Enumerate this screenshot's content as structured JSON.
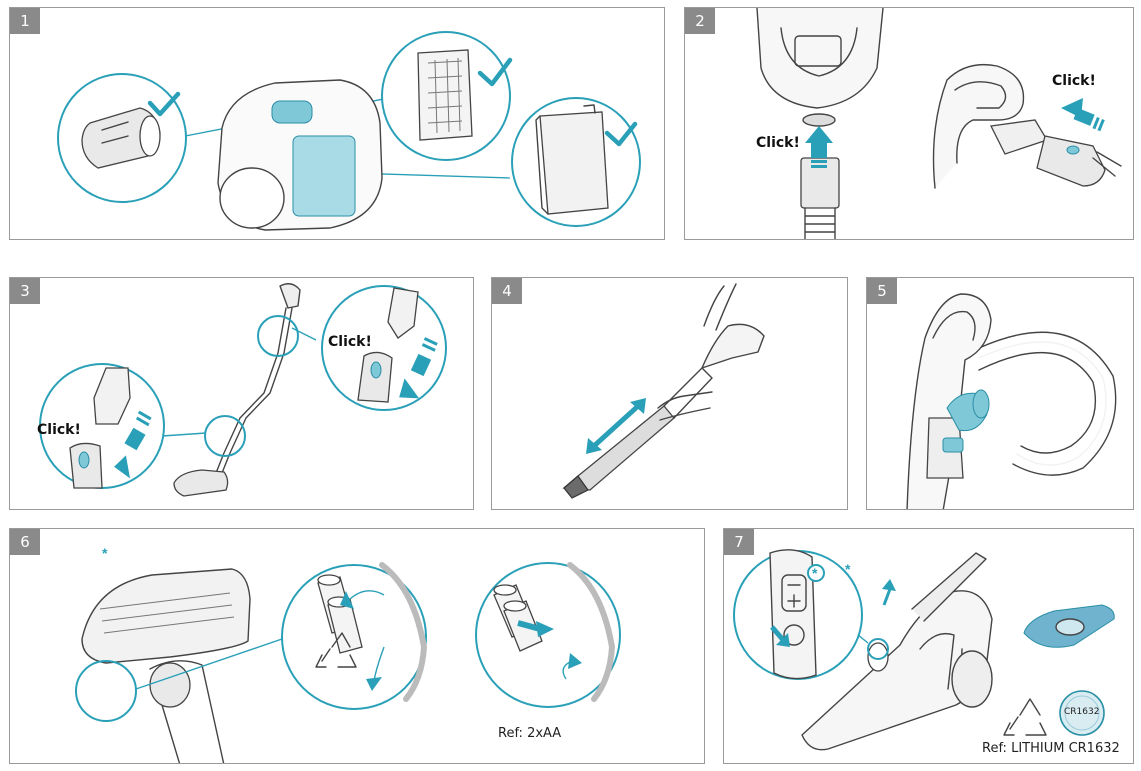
{
  "panels": [
    {
      "number": "1"
    },
    {
      "number": "2",
      "click_labels": [
        "Click!",
        "Click!"
      ]
    },
    {
      "number": "3",
      "click_labels": [
        "Click!",
        "Click!"
      ]
    },
    {
      "number": "4"
    },
    {
      "number": "5"
    },
    {
      "number": "6",
      "asterisk": "*",
      "reference": "Ref: 2xAA"
    },
    {
      "number": "7",
      "asterisk": "*",
      "asterisk_badge": "*",
      "reference": "Ref: LITHIUM CR1632",
      "coin_cell_label": "CR1632"
    }
  ],
  "icons": [
    "checkmark-icon",
    "arrow-icon",
    "recycle-icon",
    "coin-battery-icon",
    "aa-battery-icon"
  ],
  "colors": {
    "accent": "#2aa0b8",
    "frame": "#9a9a9a",
    "badge": "#8a8a8a"
  }
}
